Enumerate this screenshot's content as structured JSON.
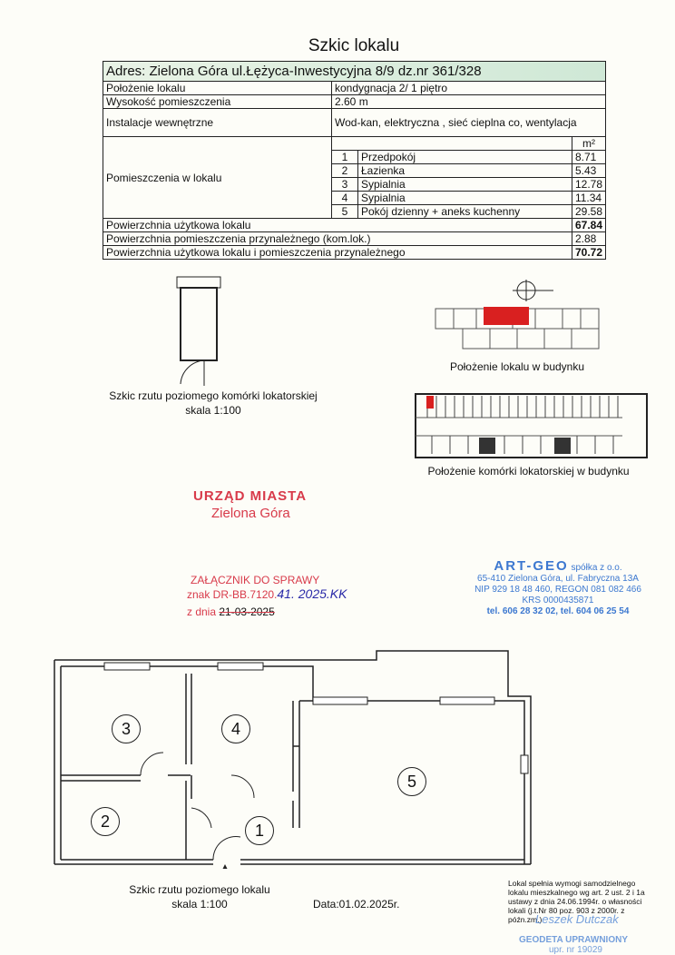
{
  "title": "Szkic lokalu",
  "table": {
    "address": "Adres: Zielona Góra ul.Łężyca-Inwestycyjna 8/9 dz.nr 361/328",
    "rows": [
      {
        "label": "Położenie lokalu",
        "value": "kondygnacja 2/ 1 piętro"
      },
      {
        "label": "Wysokość pomieszczenia",
        "value": "2.60 m"
      },
      {
        "label": "Instalacje wewnętrzne",
        "value": "Wod-kan, elektryczna , sieć cieplna co, wentylacja"
      }
    ],
    "rooms_label": "Pomieszczenia w lokalu",
    "unit": "m²",
    "rooms": [
      {
        "no": "1",
        "name": "Przedpokój",
        "area": "8.71"
      },
      {
        "no": "2",
        "name": "Łazienka",
        "area": "5.43"
      },
      {
        "no": "3",
        "name": "Sypialnia",
        "area": "12.78"
      },
      {
        "no": "4",
        "name": "Sypialnia",
        "area": "11.34"
      },
      {
        "no": "5",
        "name": "Pokój dzienny + aneks kuchenny",
        "area": "29.58"
      }
    ],
    "totals": [
      {
        "label": "Powierzchnia użytkowa lokalu",
        "value": "67.84"
      },
      {
        "label": "Powierzchnia pomieszczenia przynależnego (kom.lok.)",
        "value": "2.88"
      },
      {
        "label": "Powierzchnia użytkowa lokalu i pomieszczenia przynależnego",
        "value": "70.72"
      }
    ]
  },
  "storage_caption": "Szkic rzutu poziomego komórki lokatorskiej",
  "storage_scale": "skala 1:100",
  "building_caption": "Położenie lokalu w budynku",
  "storage_building_caption": "Położenie komórki lokatorskiej w budynku",
  "stamp_office": {
    "line1": "URZĄD MIASTA",
    "line2": "Zielona Góra"
  },
  "stamp_attachment": {
    "line1": "ZAŁĄCZNIK DO SPRAWY",
    "line2": "znak DR-BB.7120.",
    "handwritten": "41. 2025.KK",
    "line3": "z dnia",
    "date": "21-03-2025"
  },
  "stamp_company": {
    "name": "ART-GEO",
    "suffix": "spółka z o.o.",
    "address": "65-410 Zielona Góra, ul. Fabryczna 13A",
    "nip": "NIP 929 18 48 460, REGON 081 082 466",
    "krs": "KRS 0000435871",
    "tel": "tel. 606 28 32 02, tel. 604 06 25 54"
  },
  "plan_labels": [
    "1",
    "2",
    "3",
    "4",
    "5"
  ],
  "plan_caption": "Szkic rzutu poziomego lokalu",
  "plan_scale": "skala 1:100",
  "date": "Data:01.02.2025r.",
  "note": "Lokal spełnia wymogi samodzielnego lokalu mieszkalnego wg art. 2 ust. 2 i 1a ustawy z dnia 24.06.1994r. o własności lokali (j.t.Nr 80 poz. 903 z 2000r. z późn.zm.)",
  "surveyor": {
    "name": "Leszek Dutczak",
    "title": "GEODETA UPRAWNIONY",
    "license": "upr. nr 19029"
  }
}
